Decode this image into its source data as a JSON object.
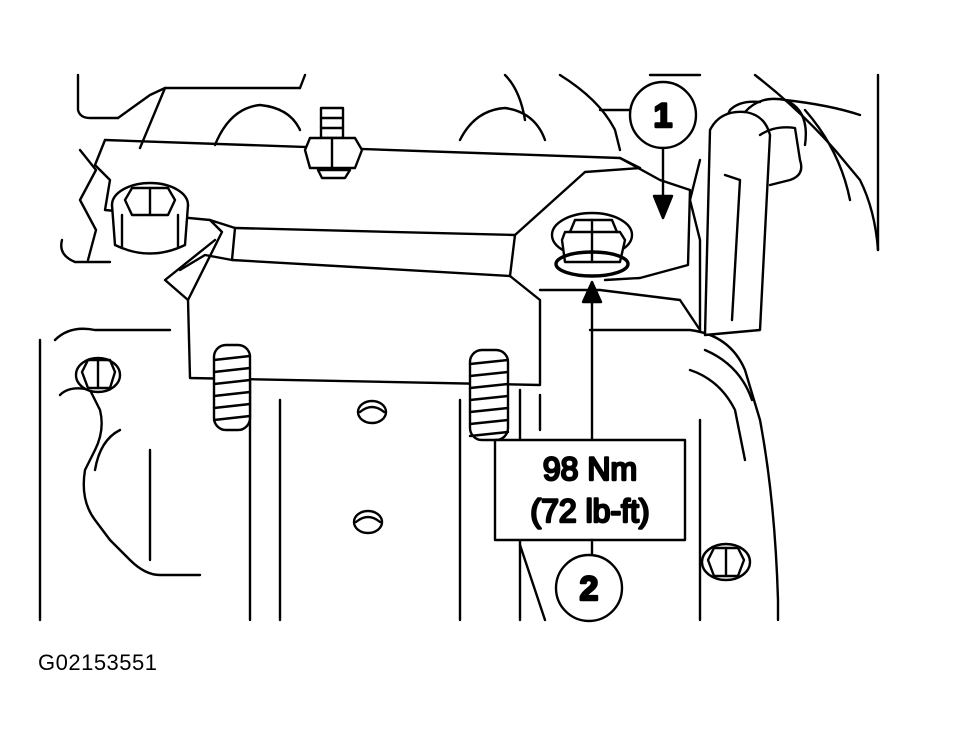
{
  "callouts": [
    {
      "number": "1"
    },
    {
      "number": "2"
    }
  ],
  "torque_spec": {
    "metric": "98 Nm",
    "imperial": "(72 lb-ft)"
  },
  "figure_id": "G02153551"
}
